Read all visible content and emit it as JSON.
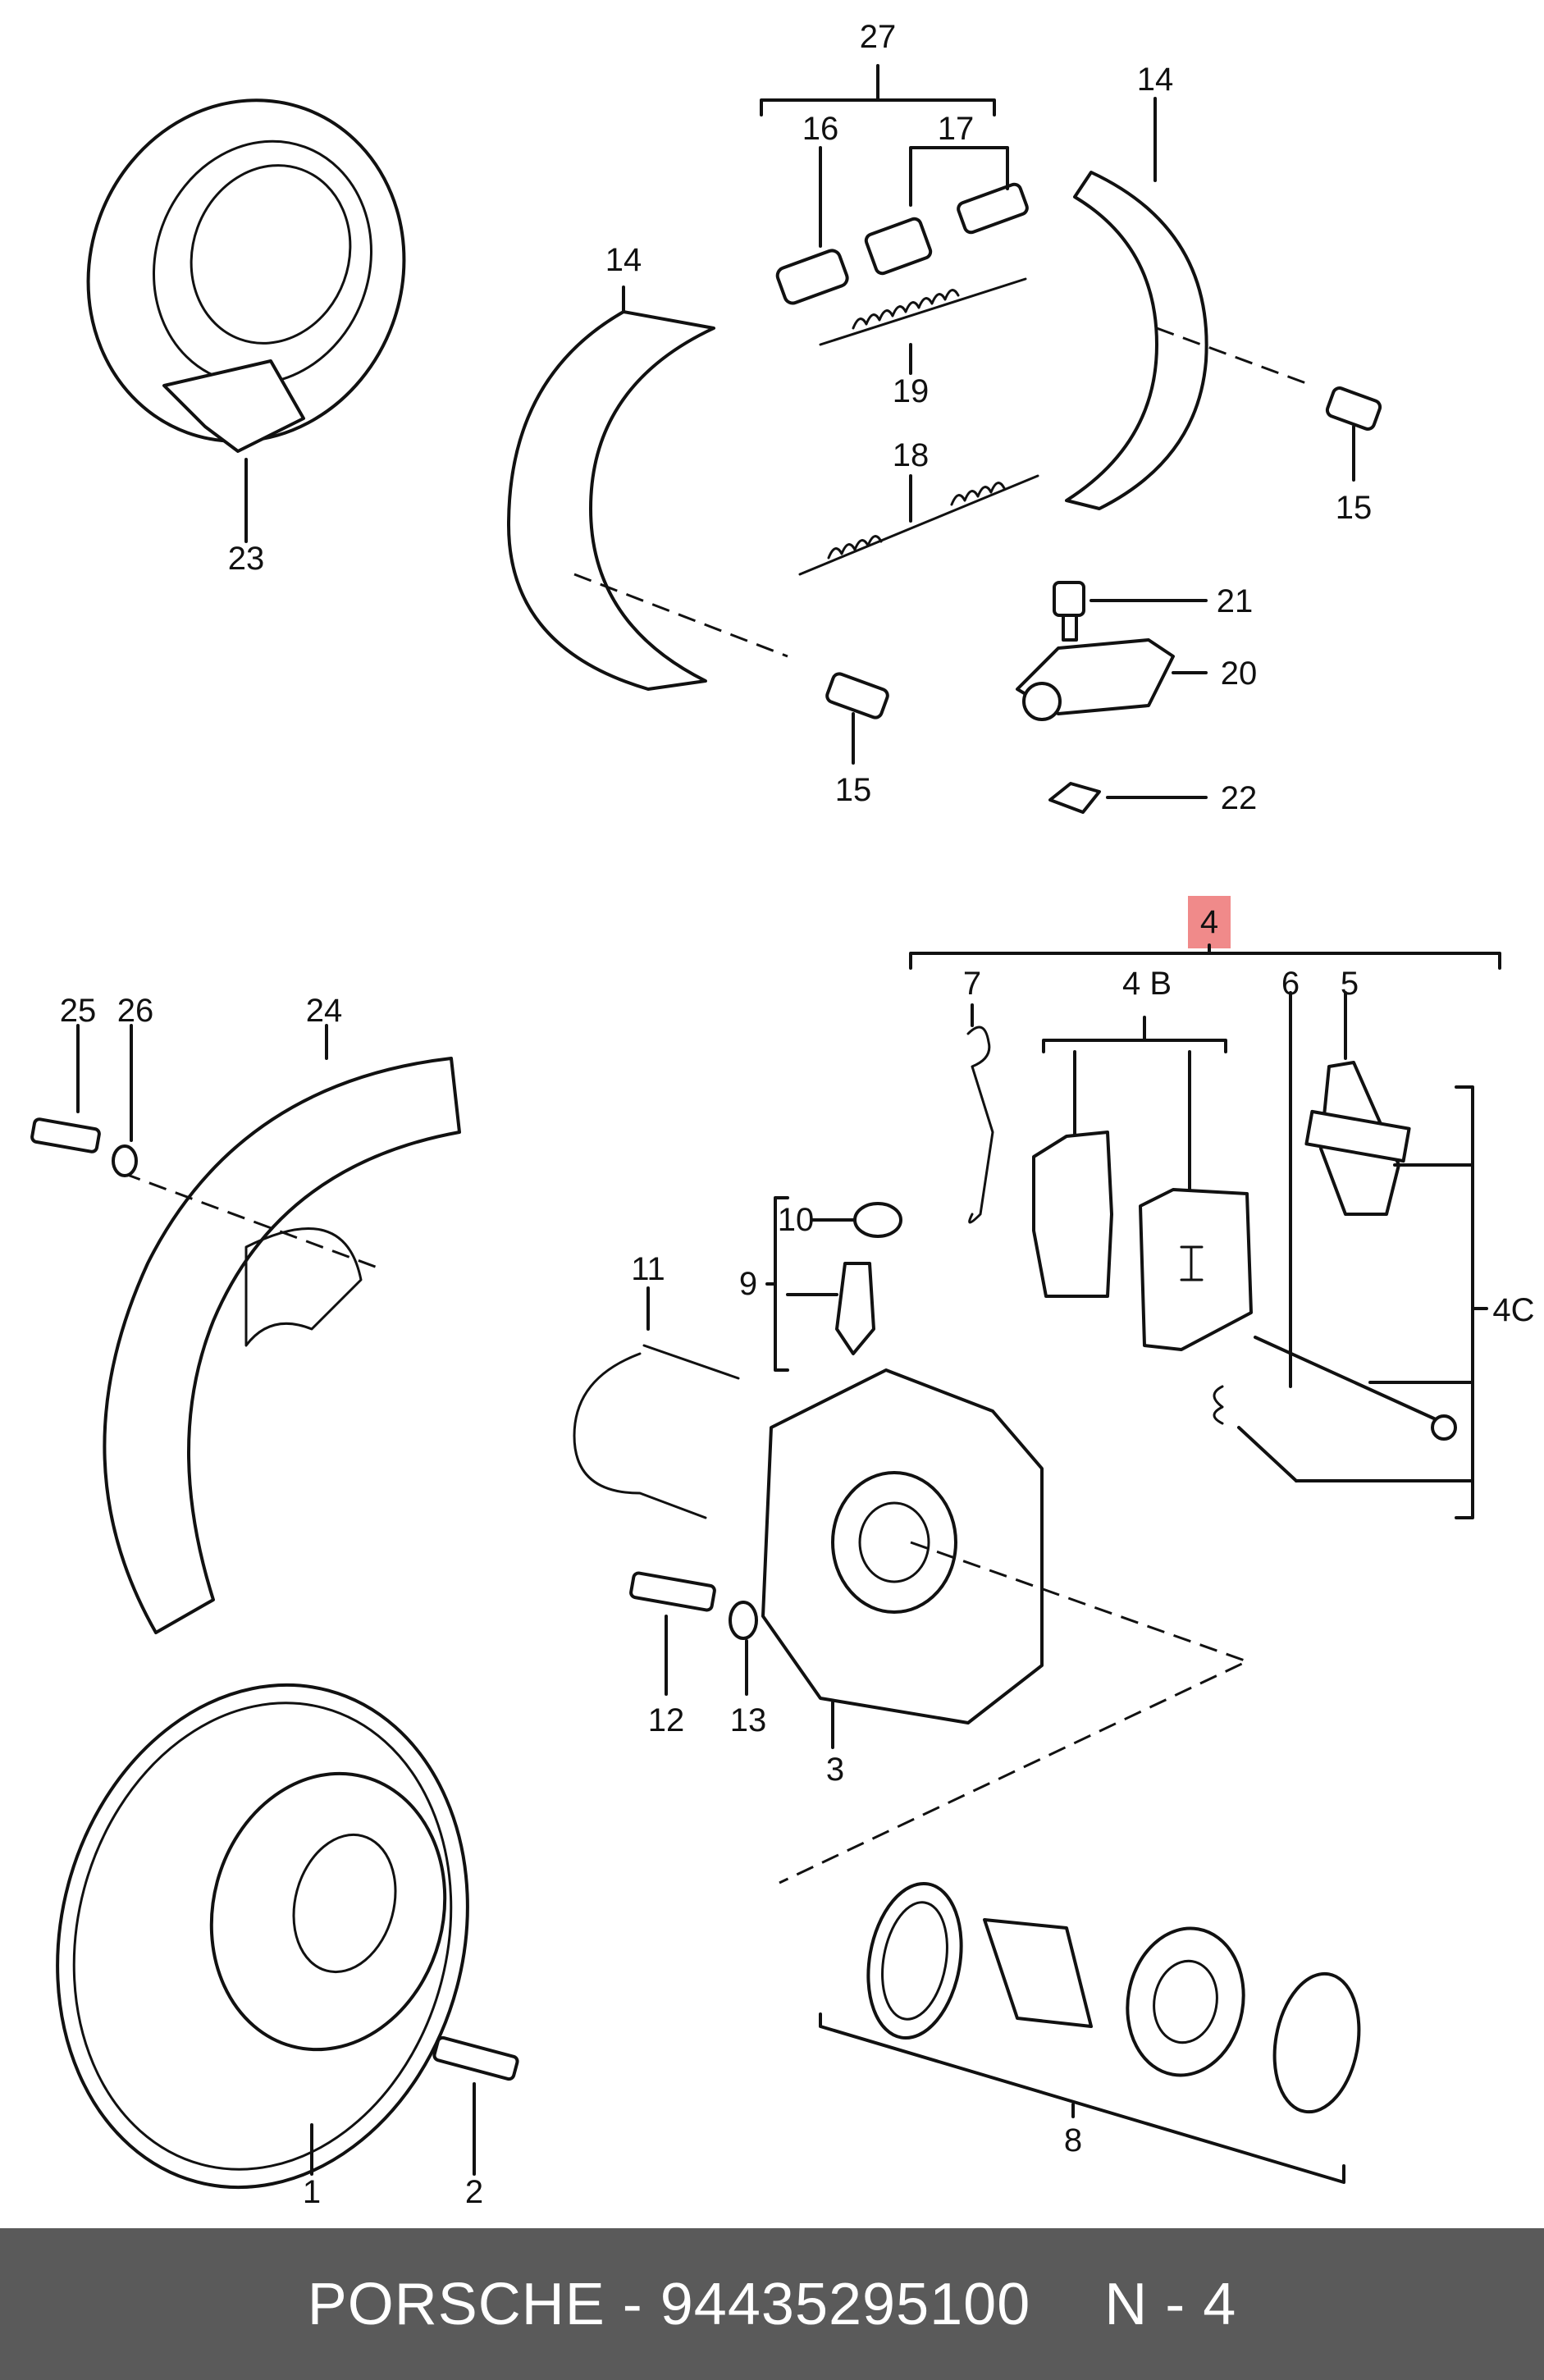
{
  "callouts": {
    "c1": "1",
    "c2": "2",
    "c3": "3",
    "c4": "4",
    "c4b": "4 B",
    "c4c": "4C",
    "c5": "5",
    "c6": "6",
    "c7": "7",
    "c8": "8",
    "c9": "9",
    "c10": "10",
    "c11": "11",
    "c12": "12",
    "c13": "13",
    "c14a": "14",
    "c14b": "14",
    "c15a": "15",
    "c15b": "15",
    "c16": "16",
    "c17": "17",
    "c18": "18",
    "c19": "19",
    "c20": "20",
    "c21": "21",
    "c22": "22",
    "c23": "23",
    "c24": "24",
    "c25": "25",
    "c26": "26",
    "c27": "27"
  },
  "highlight_color": "#f08a8a",
  "footer": {
    "brand": "PORSCHE - 94435295100",
    "ref": "N - 4"
  }
}
